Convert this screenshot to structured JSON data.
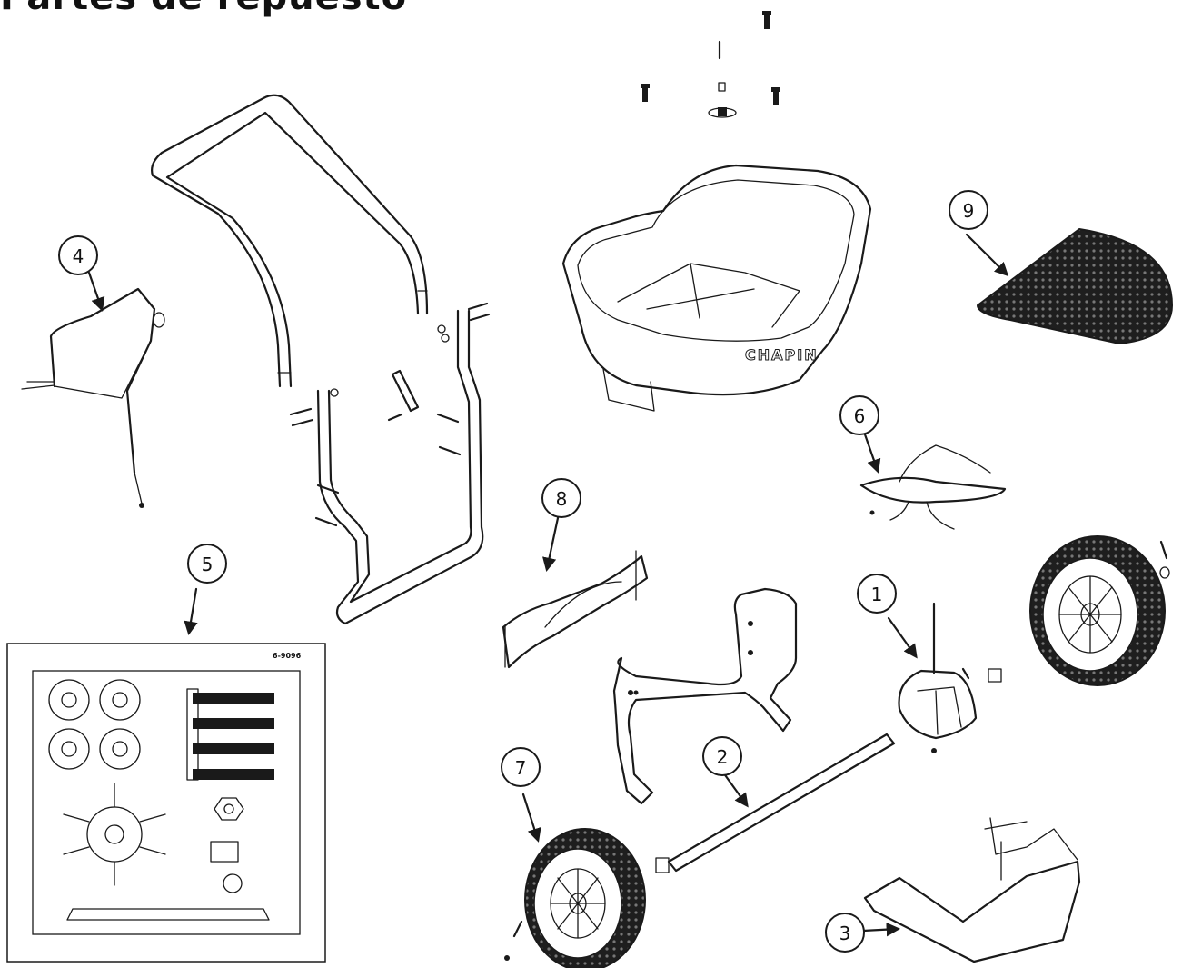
{
  "page": {
    "title": "Partes de repuesto"
  },
  "hopper": {
    "brand_text": "CHAPIN"
  },
  "kit": {
    "code": "6-9096"
  },
  "callouts": [
    {
      "id": "1",
      "label": "1"
    },
    {
      "id": "2",
      "label": "2"
    },
    {
      "id": "3",
      "label": "3"
    },
    {
      "id": "4",
      "label": "4"
    },
    {
      "id": "5",
      "label": "5"
    },
    {
      "id": "6",
      "label": "6"
    },
    {
      "id": "7",
      "label": "7"
    },
    {
      "id": "8",
      "label": "8"
    },
    {
      "id": "9",
      "label": "9"
    }
  ]
}
